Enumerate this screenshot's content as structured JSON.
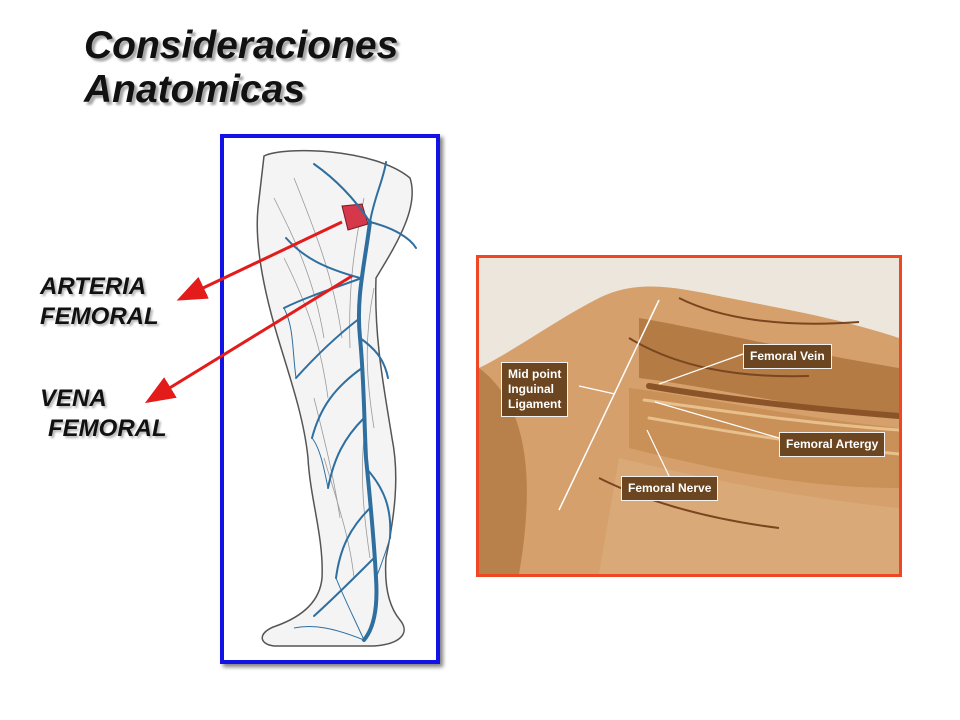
{
  "title": {
    "line1": "Consideraciones",
    "line2": "Anatomicas"
  },
  "labels": {
    "arteria": {
      "line1": "ARTERIA",
      "line2": "FEMORAL"
    },
    "vena": {
      "line1": "VENA",
      "line2": "FEMORAL"
    }
  },
  "photo": {
    "callouts": {
      "midpoint": {
        "line1": "Mid point",
        "line2": "Inguinal",
        "line3": "Ligament"
      },
      "femoral_vein": "Femoral Vein",
      "femoral_artery": "Femoral Artergy",
      "femoral_nerve": "Femoral Nerve"
    }
  },
  "colors": {
    "arrow_red": "#e31b1b",
    "leg_frame_blue": "#1212e6",
    "photo_frame_orange": "#ef4724",
    "vein_blue": "#2f6fa0",
    "callout_brown": "#6b4620"
  }
}
